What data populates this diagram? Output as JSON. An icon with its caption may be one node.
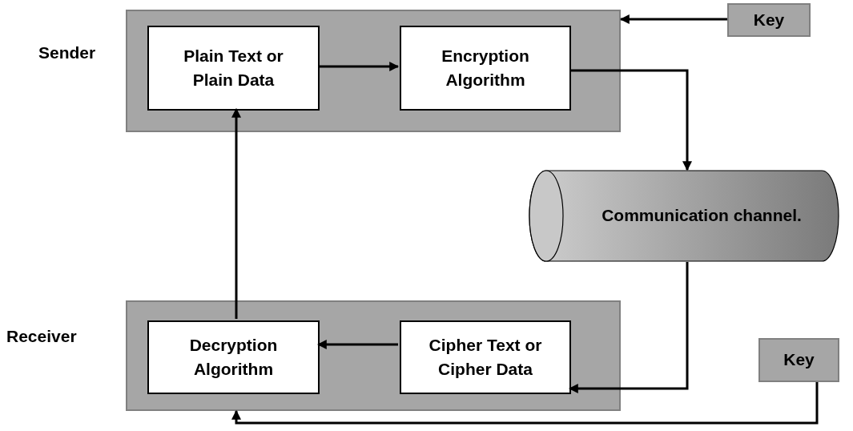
{
  "diagram": {
    "nodes": [
      {
        "text": [],
        "shape": "box"
      },
      {
        "text": [
          "Plain Text or Plain Data"
        ],
        "in": 0
      },
      {
        "text": [
          "Encryption Algorithm"
        ],
        "in": 0
      },
      {
        "text": [
          "Key"
        ]
      },
      {
        "text": [
          "Communication channel."
        ]
      },
      {
        "text": [],
        "shape": "box"
      },
      {
        "text": [
          "Decryption Algorithm"
        ],
        "in": 5
      },
      {
        "text": [
          "Cipher Text or Cipher Data"
        ],
        "in": 5
      },
      {
        "text": [
          "Key"
        ]
      }
    ],
    "edges": [
      {
        "from": 3,
        "to": 0,
        "arrow": "to"
      },
      {
        "from": 1,
        "to": 2,
        "arrow": "to"
      },
      {
        "from": 2,
        "to": 4,
        "arrow": "to"
      },
      {
        "from": 4,
        "to": 7,
        "arrow": "to"
      },
      {
        "from": 7,
        "to": 6,
        "arrow": "to"
      },
      {
        "from": 6,
        "to": 1,
        "arrow": "to"
      },
      {
        "from": 8,
        "to": 5,
        "arrow": "to"
      }
    ],
    "labels": [
      "Sender",
      "Receiver"
    ]
  }
}
